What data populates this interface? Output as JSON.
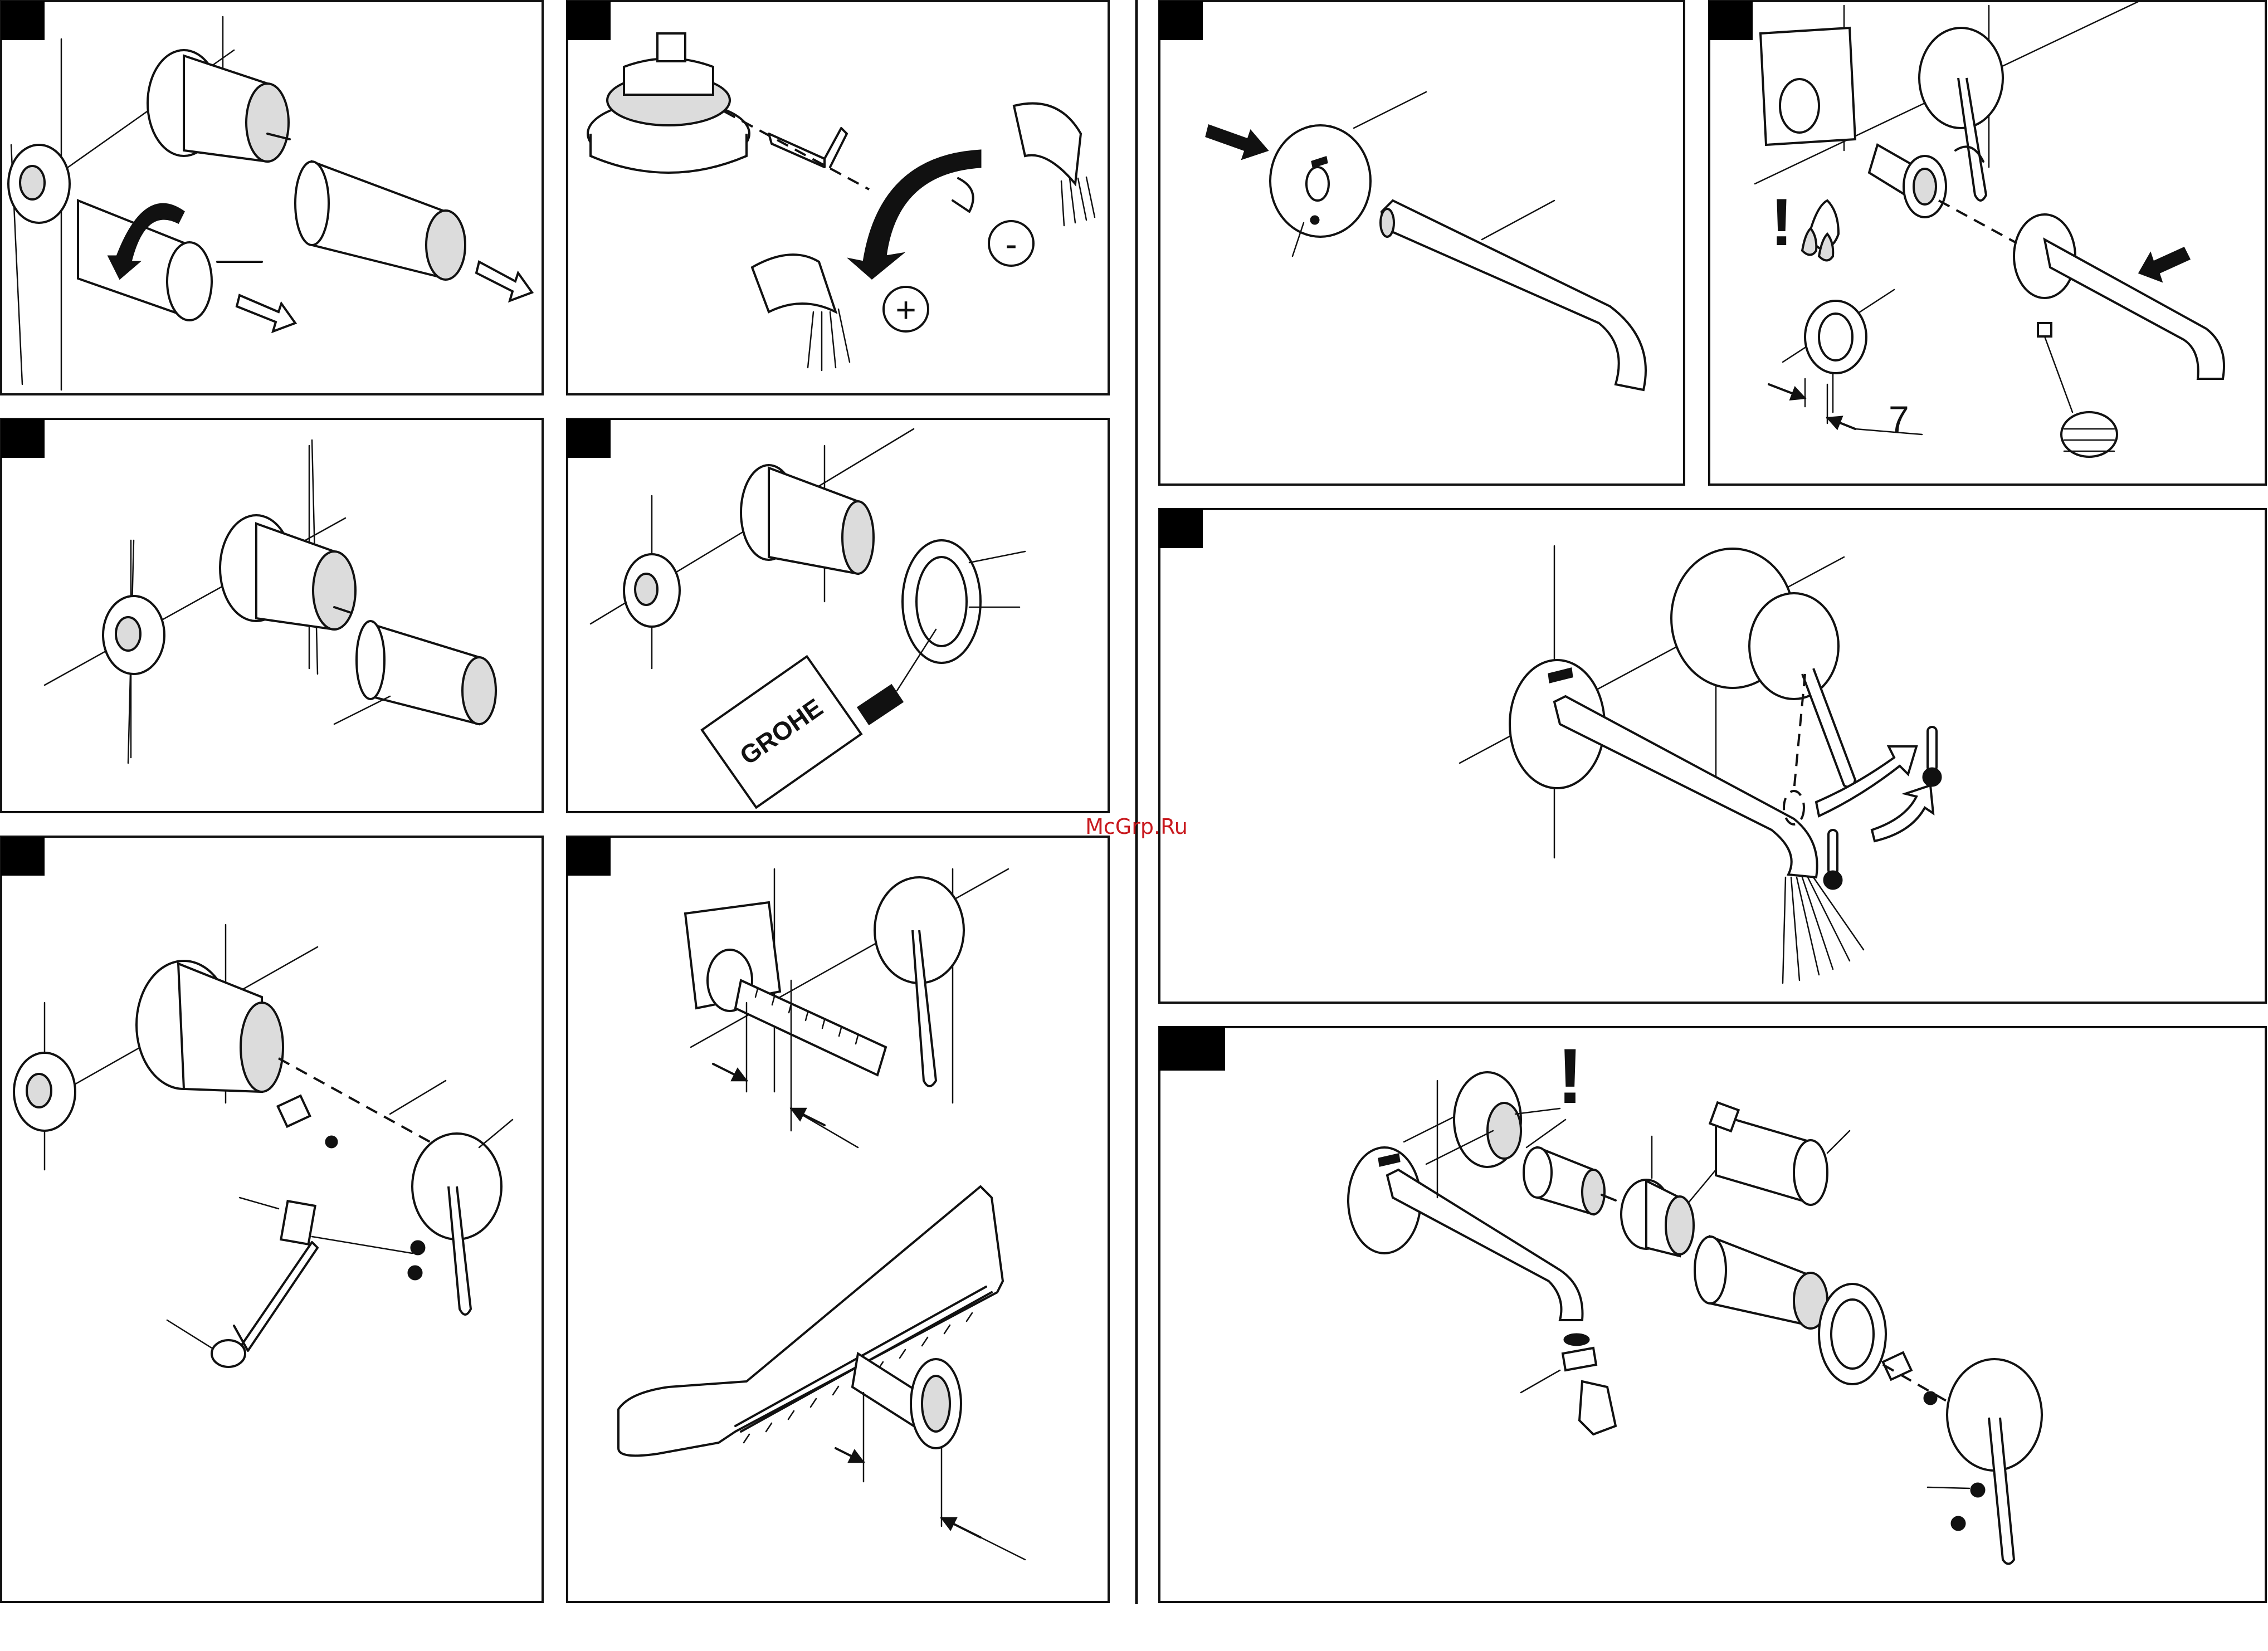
{
  "watermark": "McGrp.Ru",
  "panels": {
    "cartridge_removal": {
      "symbols": []
    },
    "temperature_limit": {
      "minus_symbol": "-",
      "plus_symbol": "+"
    },
    "cartridge_reinstall": {
      "symbols": []
    },
    "sleeve_seal": {
      "brand_card": "GROHE"
    },
    "handle_mount": {
      "symbols": []
    },
    "measure_and_cut": {
      "symbols": []
    },
    "spout_rosette": {
      "symbols": []
    },
    "spout_install": {
      "warning_mark": "!",
      "dimension_label": "7"
    },
    "operation": {
      "symbols": []
    },
    "exploded_view": {
      "warning_mark": "!"
    }
  },
  "icons": [
    "arrow-icon",
    "thermometer-icon",
    "warning-icon",
    "water-drop-icon",
    "hex-key-icon",
    "saw-icon",
    "ruler-icon",
    "water-spray-icon"
  ]
}
